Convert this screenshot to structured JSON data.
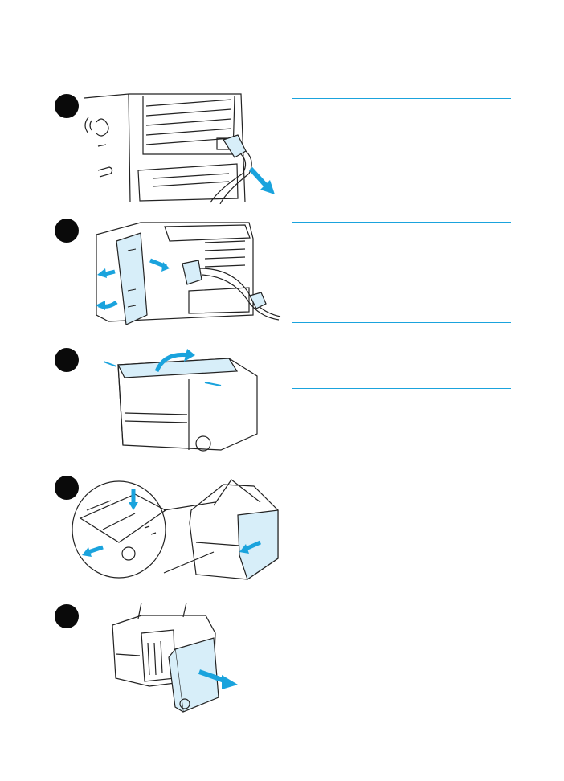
{
  "steps": [
    {
      "number": ""
    },
    {
      "number": ""
    },
    {
      "number": ""
    },
    {
      "number": ""
    },
    {
      "number": ""
    }
  ],
  "colors": {
    "accent": "#1aa3dd",
    "highlight_fill": "#d7eef9",
    "line_art": "#222222",
    "step_circle": "#0a0a0a"
  },
  "illustrations": [
    {
      "icon": "power-cord-unplug-illustration"
    },
    {
      "icon": "remove-rear-cover-illustration"
    },
    {
      "icon": "open-top-cover-illustration"
    },
    {
      "icon": "release-side-panel-illustration"
    },
    {
      "icon": "remove-side-panel-illustration"
    }
  ]
}
